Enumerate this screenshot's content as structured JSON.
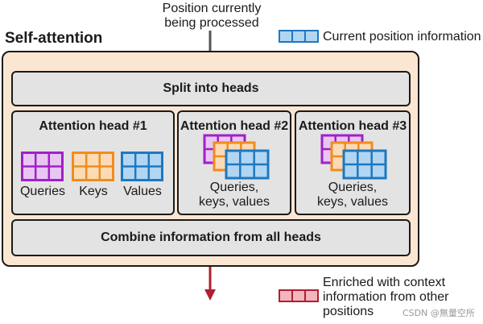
{
  "top_note": [
    "Position currently",
    "being processed"
  ],
  "title": "Self-attention",
  "legend": {
    "current": "Current position information",
    "enriched": [
      "Enriched with context",
      "information from other",
      "positions"
    ]
  },
  "split": "Split into heads",
  "combine": "Combine information from all heads",
  "heads": [
    {
      "title": "Attention head #1",
      "labels": [
        "Queries",
        "Keys",
        "Values"
      ]
    },
    {
      "title": "Attention head #2",
      "caption": [
        "Queries,",
        "keys, values"
      ]
    },
    {
      "title": "Attention head #3",
      "caption": [
        "Queries,",
        "keys, values"
      ]
    }
  ],
  "watermark": "CSDN @無量空所",
  "colors": {
    "purple": "#a020c8",
    "purple_fill": "#e8c6f2",
    "orange": "#f08c1e",
    "orange_fill": "#fbdbb6",
    "blue": "#1e78c0",
    "blue_fill": "#b2d6f2",
    "red": "#b02030",
    "red_fill": "#f2b6bc",
    "panel": "#fbe6d2",
    "box": "#e3e3e3"
  }
}
